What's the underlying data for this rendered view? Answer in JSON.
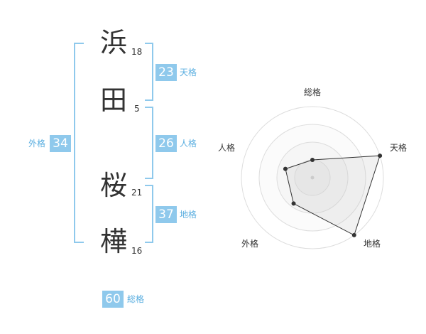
{
  "name": {
    "characters": [
      {
        "char": "浜",
        "strokes": "18"
      },
      {
        "char": "田",
        "strokes": "5"
      },
      {
        "char": "桜",
        "strokes": "21"
      },
      {
        "char": "樺",
        "strokes": "16"
      }
    ]
  },
  "scores": {
    "tenkaku": {
      "value": "23",
      "label": "天格"
    },
    "jinkaku": {
      "value": "26",
      "label": "人格"
    },
    "chikaku": {
      "value": "37",
      "label": "地格"
    },
    "gaikaku": {
      "value": "34",
      "label": "外格"
    },
    "soukaku": {
      "value": "60",
      "label": "総格"
    }
  },
  "colors": {
    "accent": "#8fc9ec",
    "accent_text": "#5aaee0",
    "text": "#333333"
  },
  "chart_data": {
    "type": "radar",
    "axes": [
      "総格",
      "天格",
      "地格",
      "外格",
      "人格"
    ],
    "levels": 4,
    "max": 4,
    "values": [
      1,
      4,
      4,
      1.8,
      1.6
    ]
  }
}
